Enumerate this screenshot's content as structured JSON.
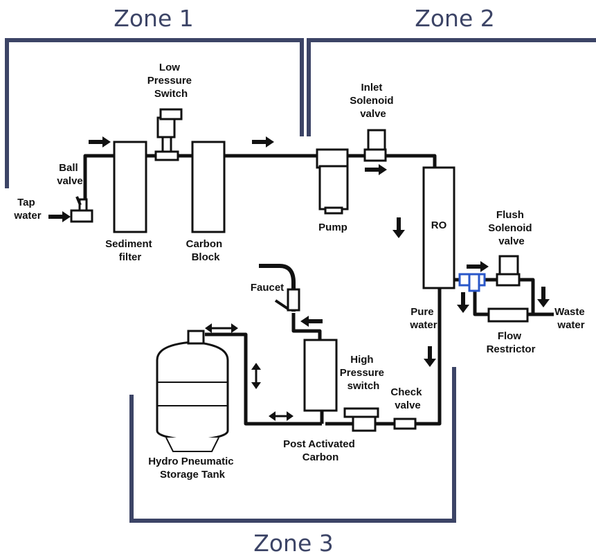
{
  "zones": {
    "zone1": "Zone 1",
    "zone2": "Zone 2",
    "zone3": "Zone 3"
  },
  "labels": {
    "tap_water": [
      "Tap",
      "water"
    ],
    "ball_valve": [
      "Ball",
      "valve"
    ],
    "low_pressure_switch": [
      "Low",
      "Pressure",
      "Switch"
    ],
    "sediment_filter": [
      "Sediment",
      "filter"
    ],
    "carbon_block": [
      "Carbon",
      "Block"
    ],
    "inlet_solenoid_valve": [
      "Inlet",
      "Solenoid",
      "valve"
    ],
    "pump": [
      "Pump"
    ],
    "ro": [
      "RO"
    ],
    "flush_solenoid_valve": [
      "Flush",
      "Solenoid",
      "valve"
    ],
    "waste_water": [
      "Waste",
      "water"
    ],
    "flow_restrictor": [
      "Flow",
      "Restrictor"
    ],
    "pure_water": [
      "Pure",
      "water"
    ],
    "faucet": [
      "Faucet"
    ],
    "high_pressure_switch": [
      "High",
      "Pressure",
      "switch"
    ],
    "check_valve": [
      "Check",
      "valve"
    ],
    "post_activated_carbon": [
      "Post Activated",
      "Carbon"
    ],
    "storage_tank": [
      "Hydro Pneumatic",
      "Storage Tank"
    ]
  },
  "colors": {
    "zone_line": "#3c4466",
    "zone_text": "#3c4466",
    "line": "#111111",
    "background": "#ffffff"
  }
}
